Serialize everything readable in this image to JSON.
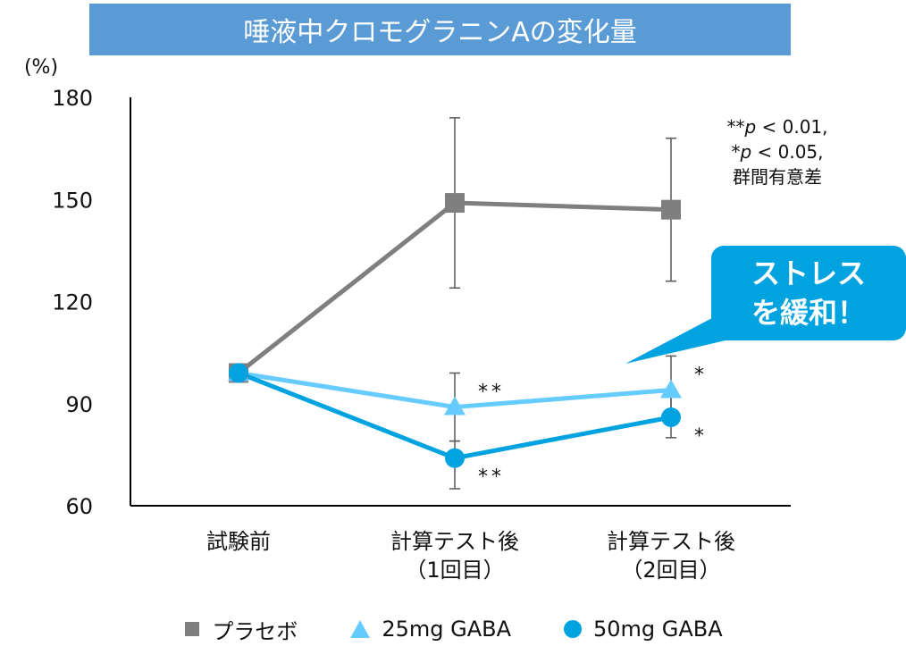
{
  "title": "唾液中クロモグラニンAの変化量",
  "unit_label": "(%)",
  "significance_note": {
    "line1_stars": "**",
    "line1_p": "p",
    "line1_rest": " < 0.01,",
    "line2_stars": "*",
    "line2_p": "p",
    "line2_rest": " < 0.05,",
    "line3": "群間有意差"
  },
  "callout": {
    "line1": "ストレス",
    "line2": "を緩和！"
  },
  "colors": {
    "placebo": "#7f7f7f",
    "gaba25": "#66ccff",
    "gaba50": "#00a3e0",
    "callout": "#00a3e0",
    "title_bg": "#5b9bd5",
    "axis": "#000000",
    "error_bar": "#595959"
  },
  "chart_data": {
    "type": "line",
    "categories": [
      [
        "試験前"
      ],
      [
        "計算テスト後",
        "（1回目）"
      ],
      [
        "計算テスト後",
        "（2回目）"
      ]
    ],
    "ylabel": "(%)",
    "ylim": [
      60,
      180
    ],
    "yticks": [
      60,
      90,
      120,
      150,
      180
    ],
    "grid": false,
    "legend_position": "bottom",
    "series": [
      {
        "name": "プラセボ",
        "marker": "square",
        "color": "#7f7f7f",
        "values": [
          99,
          149,
          147
        ],
        "error": [
          null,
          [
            124,
            174
          ],
          [
            126,
            168
          ]
        ],
        "annotations": [
          "",
          "",
          ""
        ]
      },
      {
        "name": "25mg GABA",
        "marker": "triangle",
        "color": "#66ccff",
        "values": [
          99,
          89,
          94
        ],
        "error": [
          null,
          [
            79,
            99
          ],
          [
            84,
            104
          ]
        ],
        "annotations": [
          "",
          "**",
          "*"
        ]
      },
      {
        "name": "50mg GABA",
        "marker": "circle",
        "color": "#00a3e0",
        "values": [
          99,
          74,
          86
        ],
        "error": [
          null,
          [
            65,
            79
          ],
          [
            80,
            92
          ]
        ],
        "annotations": [
          "",
          "**",
          "*"
        ]
      }
    ]
  }
}
